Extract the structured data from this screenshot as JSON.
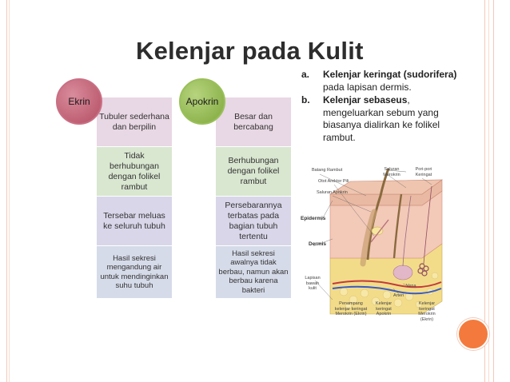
{
  "title": "Kelenjar pada Kulit",
  "comparison": {
    "ekrin": {
      "label": "Ekrin",
      "rows": [
        "Tubuler sederhana dan berpilin",
        "Tidak berhubungan dengan folikel rambut",
        "Tersebar meluas ke seluruh tubuh",
        "Hasil sekresi mengandung air untuk mendinginkan suhu tubuh"
      ]
    },
    "apokrin": {
      "label": "Apokrin",
      "rows": [
        "Besar dan bercabang",
        "Berhubungan dengan folikel rambut",
        "Persebarannya terbatas pada bagian tubuh tertentu",
        "Hasil sekresi awalnya tidak berbau, namun akan berbau karena bakteri"
      ]
    }
  },
  "list": {
    "a": {
      "marker": "a.",
      "bold": "Kelenjar keringat (sudorifera)",
      "rest": " pada lapisan dermis."
    },
    "b": {
      "marker": "b.",
      "bold": "Kelenjar sebaseus",
      "rest": ", mengeluarkan sebum yang biasanya dialirkan ke folikel rambut."
    }
  },
  "diagram": {
    "labels": {
      "batang_rambut": "Batang Rambut",
      "saluran_merokrin": "Saluran Merokrin",
      "pori_keringat": "Pori-pori Keringat",
      "otot_arektor_pili": "Otot Arektor Pili",
      "saluran_apokrin": "Saluran Apokrin",
      "epidermis": "Epidermis",
      "dermis": "Dermis",
      "lapisan_bawah_kulit": "Lapisan bawah kulit",
      "vena": "Vena",
      "arteri": "Arteri",
      "penampang_merokrin": "Penampang kelenjar keringat Merokrin (Ekrin)",
      "kelenjar_apokrin": "Kelenjar keringat Apokrin",
      "kelenjar_merokrin": "Kelenjar keringat Merokrin (Ekrin)"
    }
  },
  "colors": {
    "ekrin_circle": "#b44d63",
    "apokrin_circle": "#7fa83c",
    "accent_circle": "#f37a3c"
  }
}
